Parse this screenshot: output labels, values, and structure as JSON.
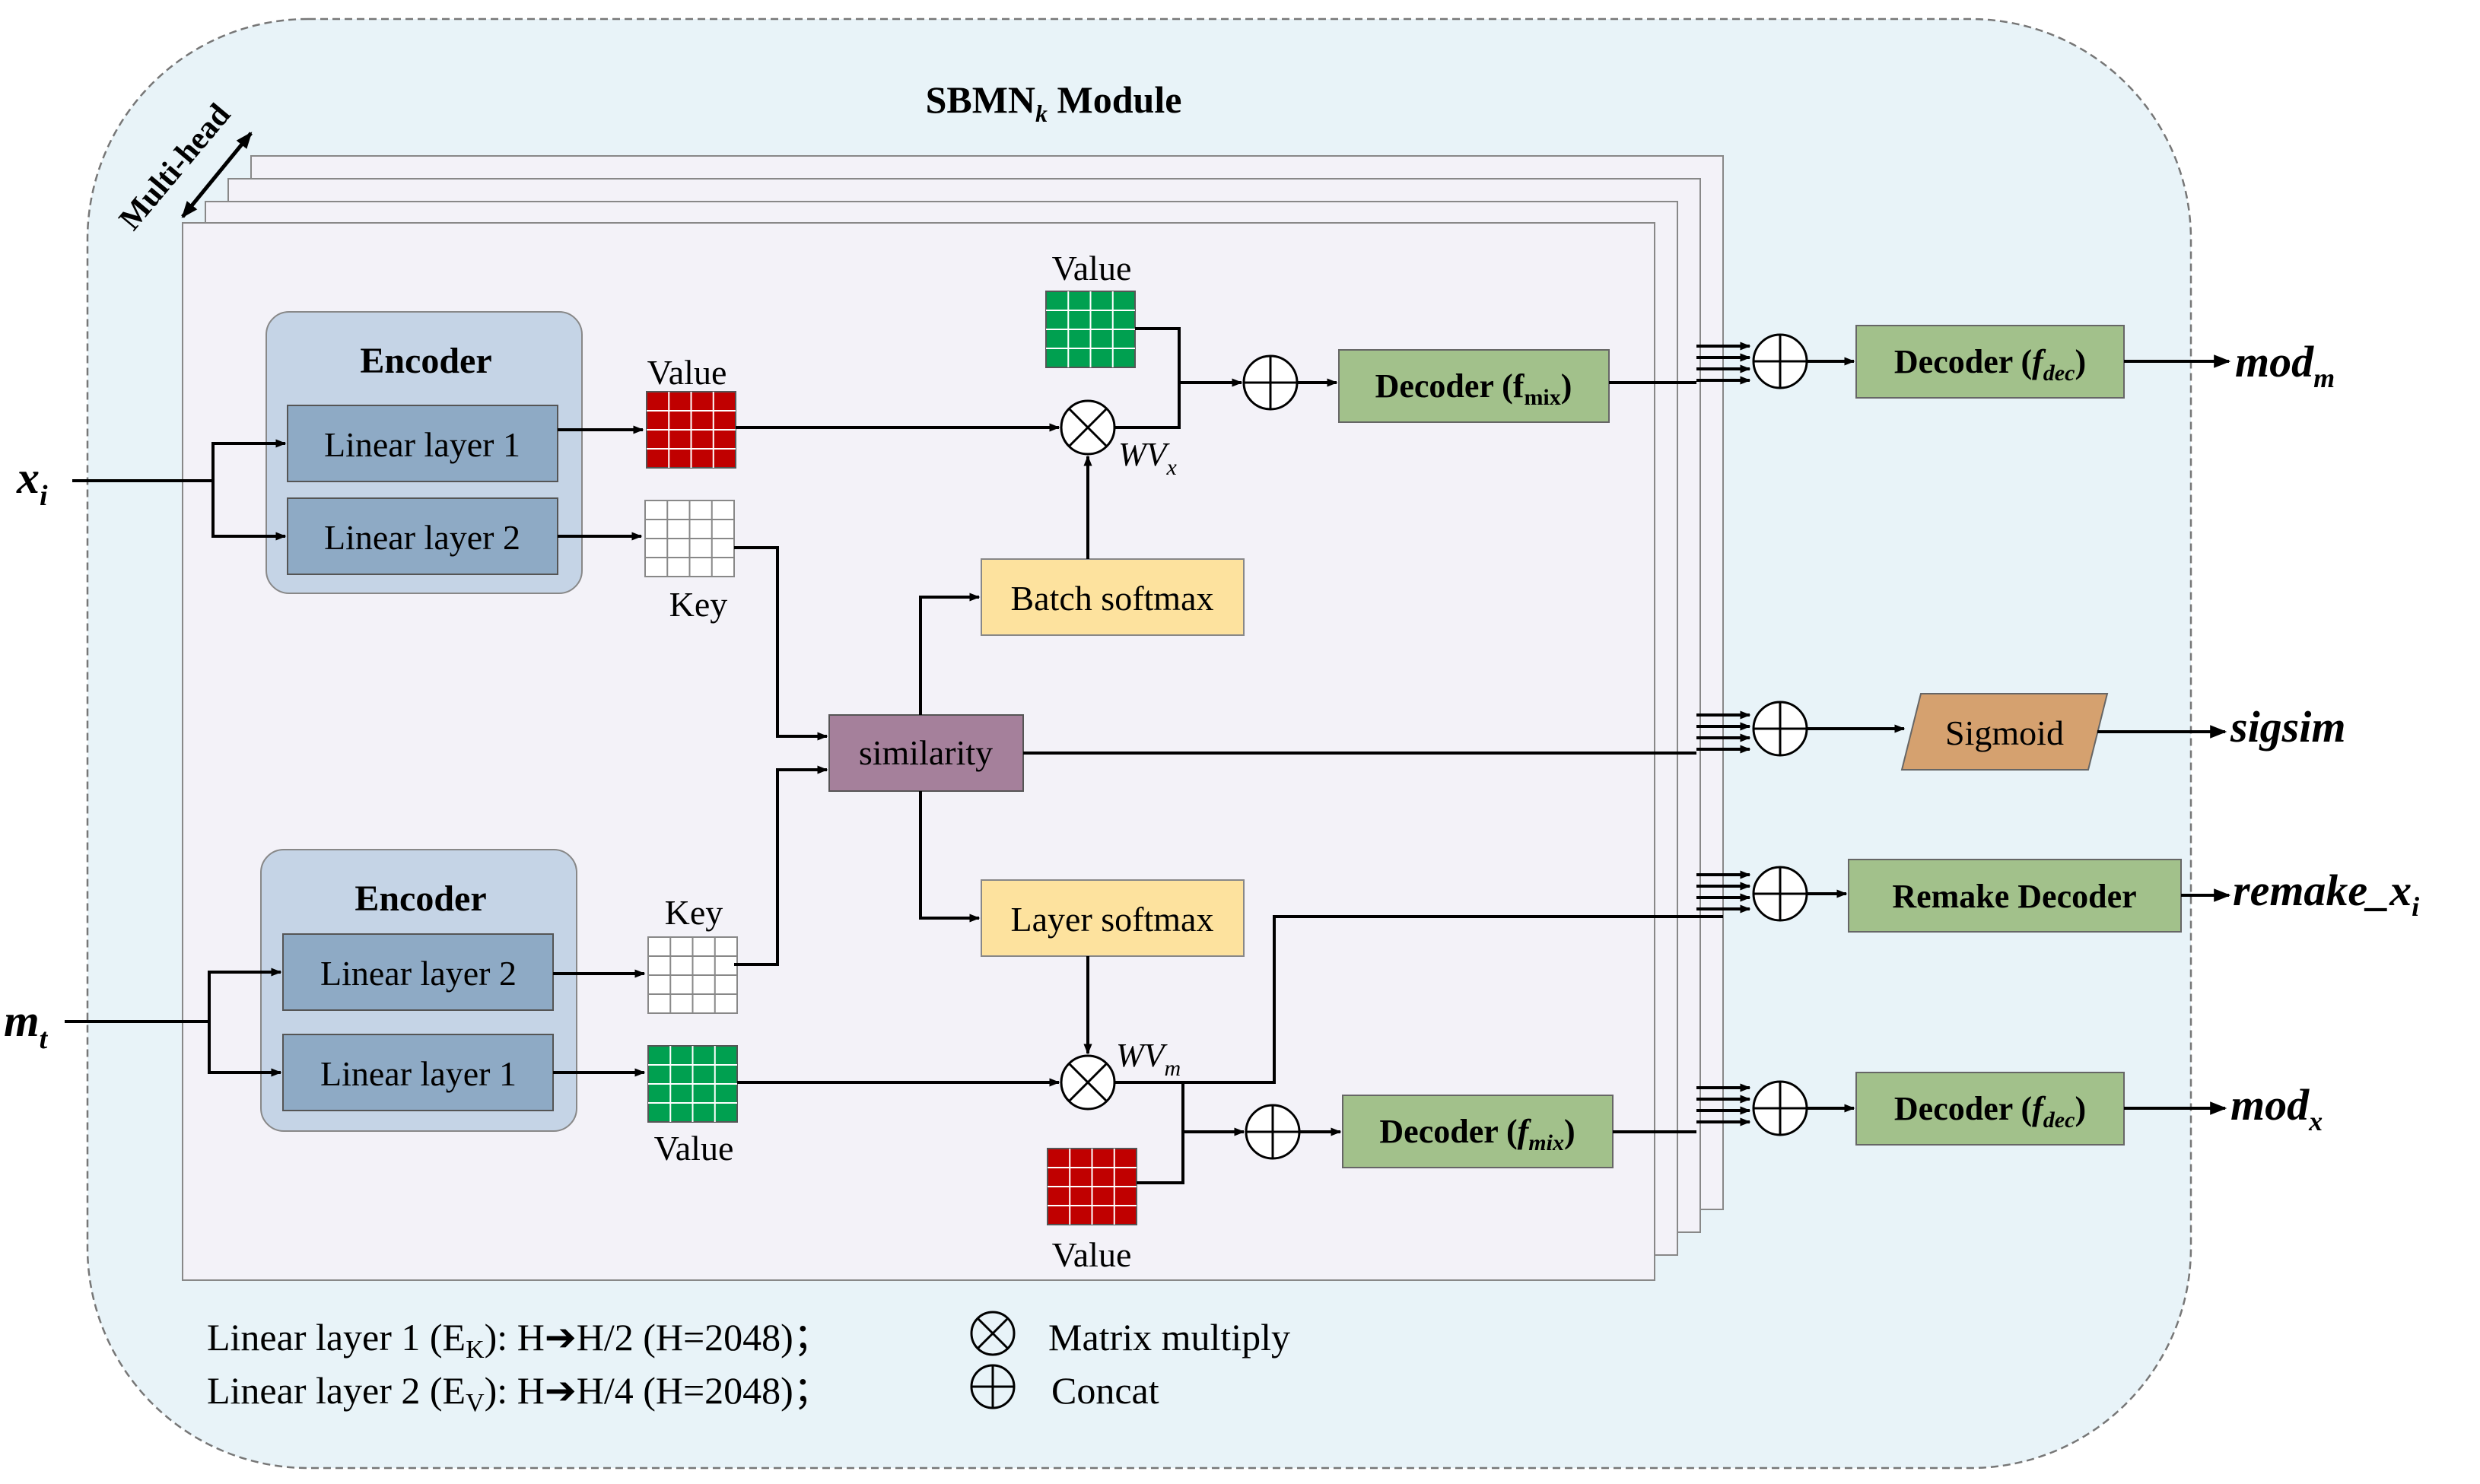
{
  "module_title": {
    "name": "SBMN",
    "subscript": "k",
    "suffix": " Module"
  },
  "multihead_label": "Multi-head",
  "inputs": {
    "x": {
      "base": "x",
      "sub": "i"
    },
    "m": {
      "base": "m",
      "sub": "t"
    }
  },
  "encoder_top": {
    "title": "Encoder",
    "layer_a": "Linear layer 1",
    "layer_b": "Linear layer 2"
  },
  "encoder_bottom": {
    "title": "Encoder",
    "layer_a": "Linear layer 2",
    "layer_b": "Linear layer 1"
  },
  "matrices": {
    "value_top_left": "Value",
    "key_top": "Key",
    "value_top_center": "Value",
    "key_bottom": "Key",
    "value_bottom_left": "Value",
    "value_bottom_center": "Value"
  },
  "similarity_label": "similarity",
  "batch_softmax_label": "Batch softmax",
  "layer_softmax_label": "Layer softmax",
  "wv_top": {
    "base": "WV",
    "sub": "x"
  },
  "wv_bottom": {
    "base": "WV",
    "sub": "m"
  },
  "decoder_mix_top": {
    "text": "Decoder (f",
    "sub": "mix",
    "close": ")"
  },
  "decoder_mix_bottom": {
    "text": "Decoder (",
    "f": "f",
    "sub": "mix",
    "close": ")"
  },
  "decoder_dec_top": {
    "text": "Decoder (",
    "f": "f",
    "sub": "dec",
    "close": ")"
  },
  "decoder_dec_bottom": {
    "text": "Decoder (",
    "f": "f",
    "sub": "dec",
    "close": ")"
  },
  "sigmoid_label": "Sigmoid",
  "remake_decoder_label": "Remake Decoder",
  "outputs": {
    "mod_m": {
      "base": "mod",
      "sub": "m"
    },
    "sigsim": {
      "base": "sigsim"
    },
    "remake": {
      "base": "remake_x",
      "sub": "i"
    },
    "mod_x": {
      "base": "mod",
      "sub": "x"
    }
  },
  "legend": {
    "line1_prefix": "Linear layer 1 (E",
    "line1_sub": "K",
    "line1_suffix": "): H",
    "line1_rest": "H/2  (H=2048)；",
    "line2_prefix": "Linear layer 2 (E",
    "line2_sub": "V",
    "line2_suffix": "): H",
    "line2_rest": "H/4  (H=2048)；",
    "matrix_multiply": "Matrix multiply",
    "concat": "Concat"
  },
  "colors": {
    "module_bg": "#e8f3f8",
    "encoder_bg": "#c5d4e6",
    "linear_layer": "#8eaac5",
    "value_red": "#c00000",
    "value_green": "#00a050",
    "similarity": "#a5809b",
    "softmax": "#fde29e",
    "decoder": "#a2c18b",
    "sigmoid": "#d5a16f"
  }
}
